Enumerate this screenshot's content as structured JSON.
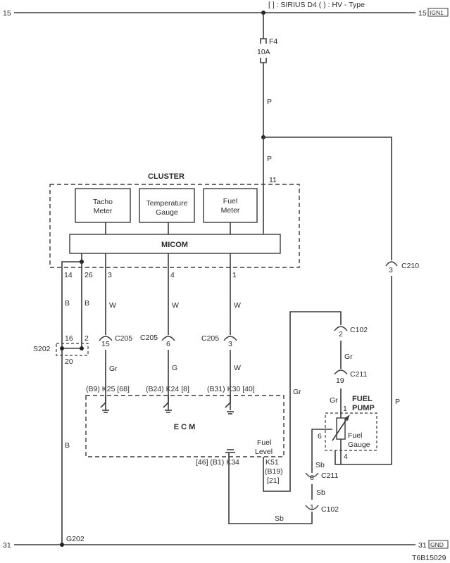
{
  "header": {
    "legend": "[ ] : SIRIUS D4   ( ) : HV - Type",
    "left_terminal": "15",
    "right_terminal": "15",
    "right_badge": "IGN1"
  },
  "fuse": {
    "name": "F4",
    "rating": "10A"
  },
  "wires": {
    "p1": "P",
    "p2": "P",
    "p3": "P",
    "b1": "B",
    "b2": "B",
    "b3": "B",
    "w1": "W",
    "w2": "W",
    "w3": "W",
    "w4": "W",
    "gr1": "Gr",
    "g1": "G",
    "gr2": "Gr",
    "gr3": "Gr",
    "gr4": "Gr",
    "sb1": "Sb",
    "sb2": "Sb",
    "sb3": "Sb"
  },
  "cluster": {
    "title": "CLUSTER",
    "tacho": [
      "Tacho",
      "Meter"
    ],
    "temp": [
      "Temperature",
      "Gauge"
    ],
    "fuel": [
      "Fuel",
      "Meter"
    ],
    "micom": "MICOM",
    "pins": {
      "p11": "11",
      "p14": "14",
      "p26": "26",
      "p3": "3",
      "p4": "4",
      "p1": "1"
    }
  },
  "splice": {
    "name": "S202",
    "p16": "16",
    "p2": "2",
    "p20": "20"
  },
  "connectors": {
    "c205a": {
      "name": "C205",
      "pin": "15"
    },
    "c205b": {
      "name": "C205",
      "pin": "6"
    },
    "c205c": {
      "name": "C205",
      "pin": "3"
    },
    "c210": {
      "name": "C210",
      "pin": "3"
    },
    "c102a": {
      "name": "C102",
      "pin": "2"
    },
    "c211a": {
      "name": "C211",
      "pin": "19"
    },
    "c211b": {
      "name": "C211",
      "pin": "6"
    },
    "c102b": {
      "name": "C102",
      "pin": "1"
    }
  },
  "ecm": {
    "title": "E C M",
    "pin_a": "(B9)  K25 [68]",
    "pin_b": "(B24)  K24 [8]",
    "pin_c": "(B31)  K30 [40]",
    "pin_d": "[46] (B1)  K34",
    "fuel_level": [
      "Fuel",
      "Level"
    ],
    "k51": [
      "K51",
      "(B19)",
      "[21]"
    ]
  },
  "fuel_pump": {
    "title": [
      "FUEL",
      "PUMP"
    ],
    "gauge": [
      "Fuel",
      "Gauge"
    ],
    "p1": "1",
    "p6": "6",
    "p4": "4"
  },
  "footer": {
    "left_terminal": "31",
    "ground": "G202",
    "right_terminal": "31",
    "right_badge": "GND",
    "code": "T6B15029"
  }
}
